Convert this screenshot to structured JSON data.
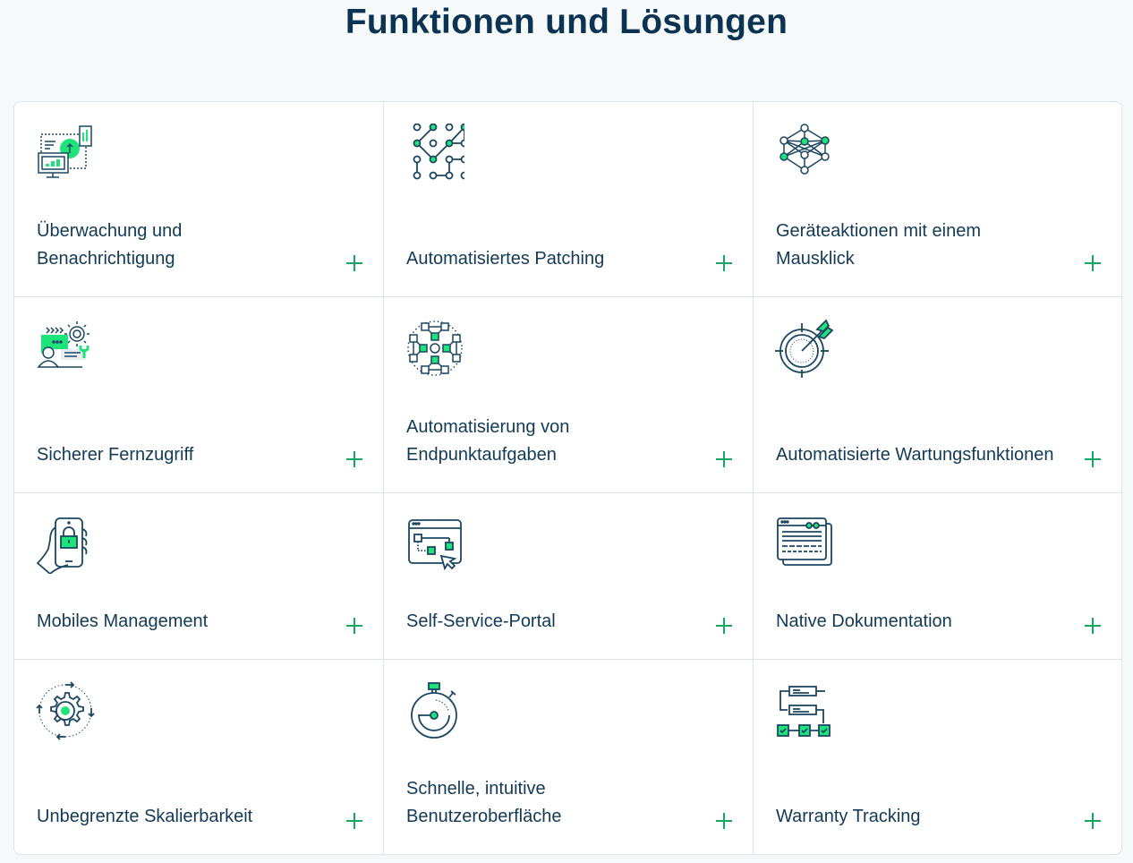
{
  "header": {
    "title": "Funktionen und Lösungen"
  },
  "colors": {
    "accent": "#1de37a",
    "plus": "#16a765",
    "text": "#123a57",
    "icon_stroke": "#1b4663",
    "background": "#f5f9fa",
    "border": "#dde3e6"
  },
  "features": [
    {
      "label": "Überwachung und Benachrichtigung",
      "icon": "monitoring-devices-icon",
      "action": "expand-plus-icon"
    },
    {
      "label": "Automatisiertes Patching",
      "icon": "dot-network-pattern-icon",
      "action": "expand-plus-icon"
    },
    {
      "label": "Geräteaktionen mit einem Mausklick",
      "icon": "neural-network-icon",
      "action": "expand-plus-icon"
    },
    {
      "label": "Sicherer Fernzugriff",
      "icon": "remote-support-icon",
      "action": "expand-plus-icon"
    },
    {
      "label": "Automatisierung von Endpunktaufgaben",
      "icon": "endpoint-nodes-icon",
      "action": "expand-plus-icon"
    },
    {
      "label": "Automatisierte Wartungsfunktionen",
      "icon": "target-arrow-icon",
      "action": "expand-plus-icon"
    },
    {
      "label": "Mobiles Management",
      "icon": "phone-lock-icon",
      "action": "expand-plus-icon"
    },
    {
      "label": "Self-Service-Portal",
      "icon": "portal-workflow-icon",
      "action": "expand-plus-icon"
    },
    {
      "label": "Native Dokumentation",
      "icon": "documents-window-icon",
      "action": "expand-plus-icon"
    },
    {
      "label": "Unbegrenzte Skalierbarkeit",
      "icon": "gear-cycle-icon",
      "action": "expand-plus-icon"
    },
    {
      "label": "Schnelle, intuitive Benutzeroberfläche",
      "icon": "stopwatch-icon",
      "action": "expand-plus-icon"
    },
    {
      "label": "Warranty Tracking",
      "icon": "workflow-checklist-icon",
      "action": "expand-plus-icon"
    }
  ]
}
